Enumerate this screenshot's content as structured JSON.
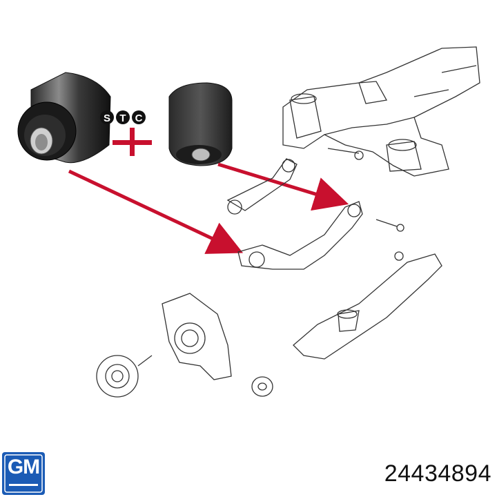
{
  "brand": {
    "supplier_mark": "STC",
    "oem_logo_text": "GM"
  },
  "part_number": "24434894",
  "colors": {
    "arrow": "#c8102e",
    "gm_blue": "#1b5bb5",
    "line_art": "#333333"
  },
  "icons": [
    "plus-icon",
    "arrow-icon"
  ]
}
